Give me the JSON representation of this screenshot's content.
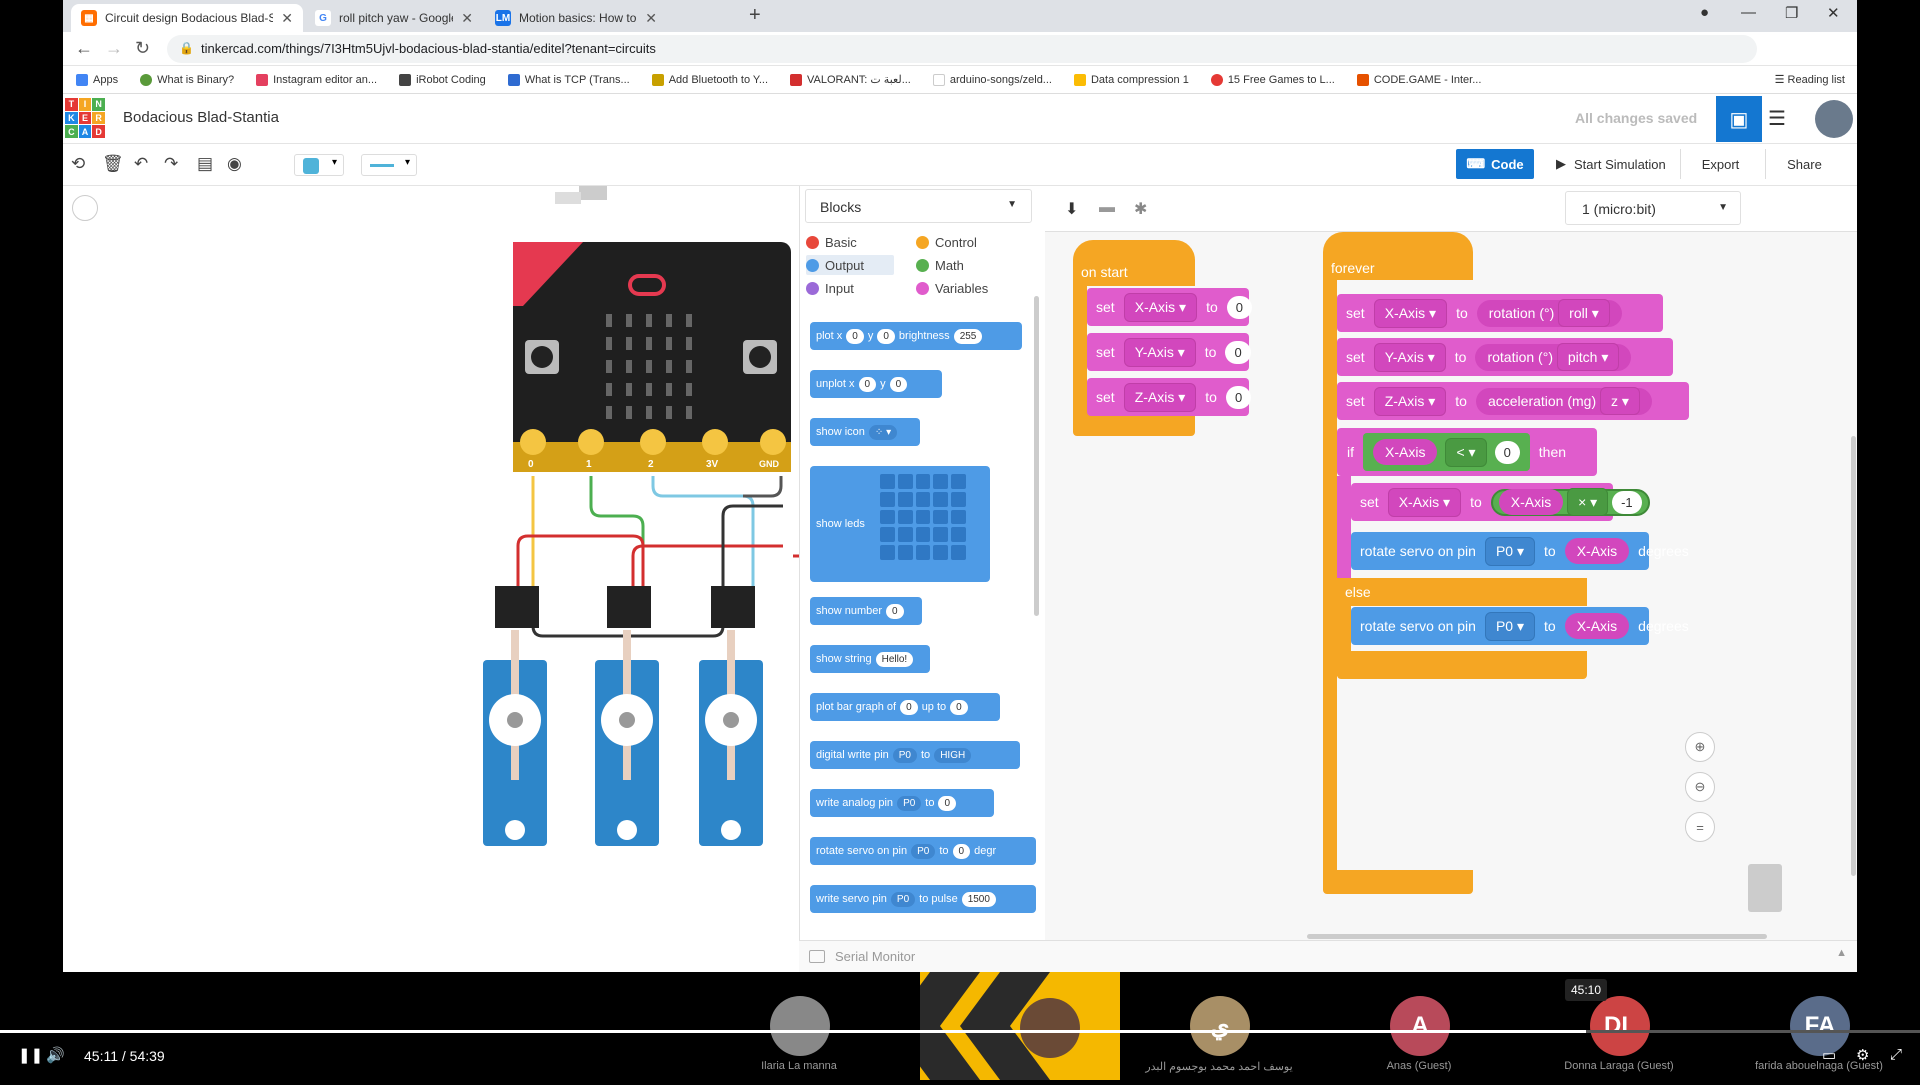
{
  "browser": {
    "tabs": [
      {
        "title": "Circuit design Bodacious Blad-St",
        "color": "#ff6d00",
        "active": true
      },
      {
        "title": "roll pitch yaw - Google Search",
        "color": "#4285f4",
        "active": false
      },
      {
        "title": "Motion basics: How to define rol",
        "color": "#1a73e8",
        "active": false
      }
    ],
    "url": "tinkercad.com/things/7I3Htm5Ujvl-bodacious-blad-stantia/editel?tenant=circuits",
    "bookmarks": [
      "Apps",
      "What is Binary?",
      "Instagram editor an...",
      "iRobot Coding",
      "What is TCP (Trans...",
      "Add Bluetooth to Y...",
      "VALORANT: لعبة ت...",
      "arduino-songs/zeld...",
      "Data compression 1",
      "15 Free Games to L...",
      "CODE.GAME - Inter..."
    ],
    "reading_list": "Reading list"
  },
  "header": {
    "logo": [
      "TIN",
      "KER",
      "CAD"
    ],
    "title": "Bodacious Blad-Stantia",
    "status": "All changes saved"
  },
  "toolbar": {
    "code": "Code",
    "start_sim": "Start Simulation",
    "export": "Export",
    "share": "Share"
  },
  "circuit": {
    "pins": [
      "0",
      "1",
      "2",
      "3V",
      "GND"
    ]
  },
  "blocks_panel": {
    "selector": "Blocks",
    "categories": [
      {
        "name": "Basic",
        "color": "#e8483b"
      },
      {
        "name": "Control",
        "color": "#f5a623"
      },
      {
        "name": "Output",
        "color": "#4e9be6"
      },
      {
        "name": "Math",
        "color": "#58b050"
      },
      {
        "name": "Input",
        "color": "#9b6ad8"
      },
      {
        "name": "Variables",
        "color": "#e05ccc"
      }
    ],
    "plot": {
      "label": "plot x",
      "x": "0",
      "y_label": "y",
      "y": "0",
      "b_label": "brightness",
      "b": "255"
    },
    "unplot": {
      "label": "unplot x",
      "x": "0",
      "y_label": "y",
      "y": "0"
    },
    "show_icon": "show icon",
    "show_leds": "show leds",
    "show_number": {
      "label": "show number",
      "v": "0"
    },
    "show_string": {
      "label": "show string",
      "v": "Hello!"
    },
    "bar_graph": {
      "label": "plot bar graph of",
      "v": "0",
      "upto": "up to",
      "v2": "0"
    },
    "digital_write": {
      "label": "digital write pin",
      "pin": "P0",
      "to": "to",
      "val": "HIGH"
    },
    "analog_write": {
      "label": "write analog pin",
      "pin": "P0",
      "to": "to",
      "val": "0"
    },
    "rotate_servo": {
      "label": "rotate servo on pin",
      "pin": "P0",
      "to": "to",
      "val": "0",
      "deg": "degr"
    },
    "servo_pulse": {
      "label": "write servo pin",
      "pin": "P0",
      "to": "to pulse",
      "val": "1500"
    }
  },
  "serial_monitor": "Serial Monitor",
  "workspace": {
    "device": "1 (micro:bit)",
    "on_start": {
      "label": "on start",
      "rows": [
        {
          "set": "set",
          "var": "X-Axis",
          "to": "to",
          "val": "0"
        },
        {
          "set": "set",
          "var": "Y-Axis",
          "to": "to",
          "val": "0"
        },
        {
          "set": "set",
          "var": "Z-Axis",
          "to": "to",
          "val": "0"
        }
      ]
    },
    "forever": {
      "label": "forever",
      "rows": [
        {
          "set": "set",
          "var": "X-Axis",
          "to": "to",
          "fn": "rotation (°)",
          "arg": "roll"
        },
        {
          "set": "set",
          "var": "Y-Axis",
          "to": "to",
          "fn": "rotation (°)",
          "arg": "pitch"
        },
        {
          "set": "set",
          "var": "Z-Axis",
          "to": "to",
          "fn": "acceleration (mg)",
          "arg": "z"
        }
      ],
      "if": {
        "kw": "if",
        "var": "X-Axis",
        "op": "<",
        "val": "0",
        "then": "then"
      },
      "inner_set": {
        "set": "set",
        "var": "X-Axis",
        "to": "to",
        "lhs": "X-Axis",
        "op": "×",
        "val": "-1"
      },
      "servo1": {
        "label": "rotate servo on pin",
        "pin": "P0",
        "to": "to",
        "var": "X-Axis",
        "deg": "degrees"
      },
      "else": "else",
      "servo2": {
        "label": "rotate servo on pin",
        "pin": "P0",
        "to": "to",
        "var": "X-Axis",
        "deg": "degrees"
      }
    }
  },
  "video": {
    "time": "45:11 / 54:39",
    "tooltip": "45:10",
    "progress": 0.826,
    "participants": [
      {
        "name": "Ilaria  La manna",
        "initials": "",
        "color": "#888"
      },
      {
        "name": "",
        "initials": "",
        "color": "#f5b800"
      },
      {
        "name": "يوسف احمد محمد بوجسوم البدر",
        "initials": "ي",
        "color": "#a88f66"
      },
      {
        "name": "Anas (Guest)",
        "initials": "A",
        "color": "#b84a5a"
      },
      {
        "name": "Donna Laraga (Guest)",
        "initials": "DL",
        "color": "#c44"
      },
      {
        "name": "farida abouelnaga (Guest)",
        "initials": "FA",
        "color": "#5a6c8a"
      }
    ]
  }
}
